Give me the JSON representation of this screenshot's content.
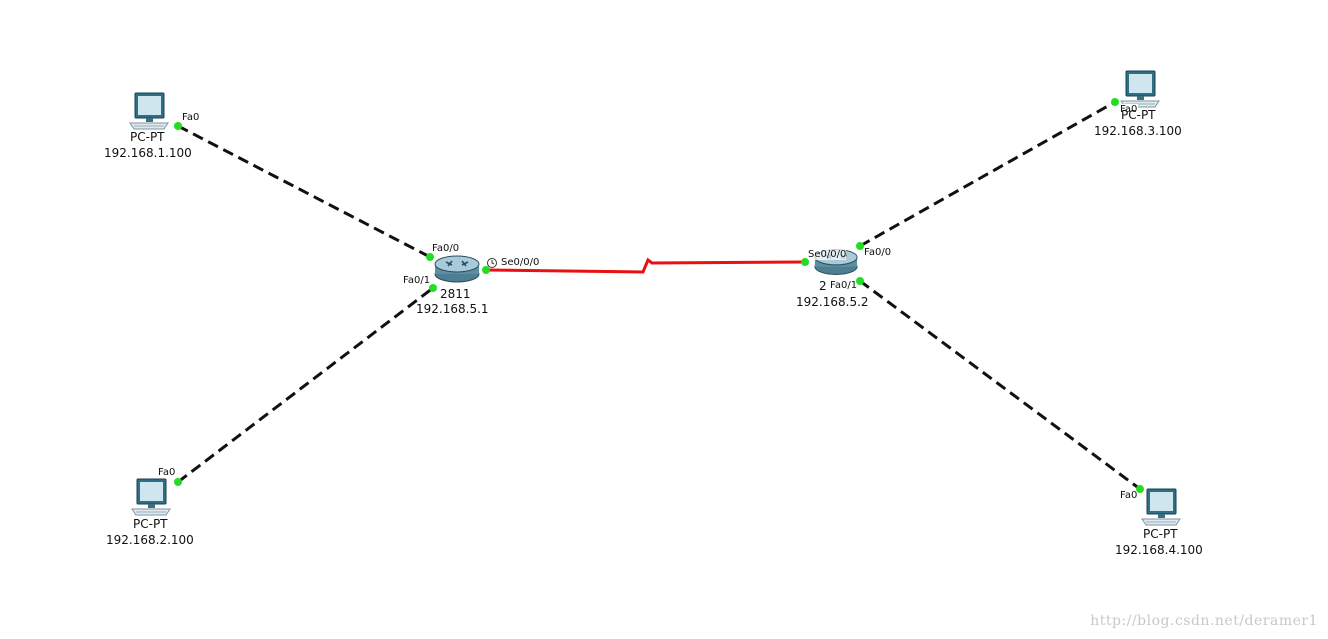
{
  "topology": {
    "devices": {
      "pc1": {
        "name": "PC-PT",
        "ip": "192.168.1.100",
        "port": "Fa0"
      },
      "pc2": {
        "name": "PC-PT",
        "ip": "192.168.2.100",
        "port": "Fa0"
      },
      "pc3": {
        "name": "PC-PT",
        "ip": "192.168.3.100",
        "port": "Fa0"
      },
      "pc4": {
        "name": "PC-PT",
        "ip": "192.168.4.100",
        "port": "Fa0"
      },
      "router1": {
        "name": "2811",
        "ip": "192.168.5.1",
        "ports": {
          "fa00": "Fa0/0",
          "fa01": "Fa0/1",
          "se000": "Se0/0/0"
        }
      },
      "router2": {
        "name": "2",
        "ip": "192.168.5.2",
        "ports": {
          "fa00": "Fa0/0",
          "fa01": "Fa0/1",
          "se000": "Se0/0/0"
        }
      }
    },
    "links": [
      {
        "from": "pc1",
        "to": "router1",
        "type": "ethernet-straight",
        "color": "#111111"
      },
      {
        "from": "pc2",
        "to": "router1",
        "type": "ethernet-straight",
        "color": "#111111"
      },
      {
        "from": "router1",
        "to": "router2",
        "type": "serial-dce",
        "color": "#e81010"
      },
      {
        "from": "router2",
        "to": "pc3",
        "type": "ethernet-straight",
        "color": "#111111"
      },
      {
        "from": "router2",
        "to": "pc4",
        "type": "ethernet-straight",
        "color": "#111111"
      }
    ],
    "link_status_color": "#22dd22"
  },
  "watermark": "http://blog.csdn.net/deramer1"
}
